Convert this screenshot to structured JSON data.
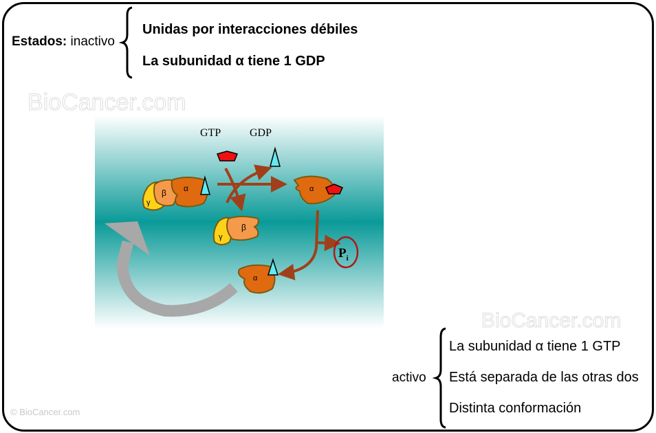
{
  "watermarks": {
    "main": "BioCancer.com",
    "copyright": "© BioCancer.com",
    "bottom_right": "BioCancer.com"
  },
  "inactive": {
    "prefix": "Estados:",
    "state": "inactivo",
    "items": [
      "Unidas por interacciones débiles",
      "La subunidad α tiene 1 GDP"
    ]
  },
  "active": {
    "state": "activo",
    "items": [
      "La subunidad α tiene 1 GTP",
      "Está separada de las otras dos",
      "Distinta conformación"
    ]
  },
  "diagram": {
    "labels": {
      "gtp": "GTP",
      "gdp": "GDP",
      "pi_main": "P",
      "pi_sub": "i"
    },
    "subunits": {
      "alpha": "α",
      "beta": "β",
      "gamma": "γ"
    },
    "colors": {
      "alpha": "#e06a10",
      "beta": "#f59a4a",
      "gamma": "#ffd21a",
      "gtp": "#ee1111",
      "gdp": "#66e8f0",
      "arrow": "#a0401a",
      "pi": "#b01818",
      "membrane": "#0a9a98",
      "cycle_arrow": "#a8a8a8"
    }
  }
}
